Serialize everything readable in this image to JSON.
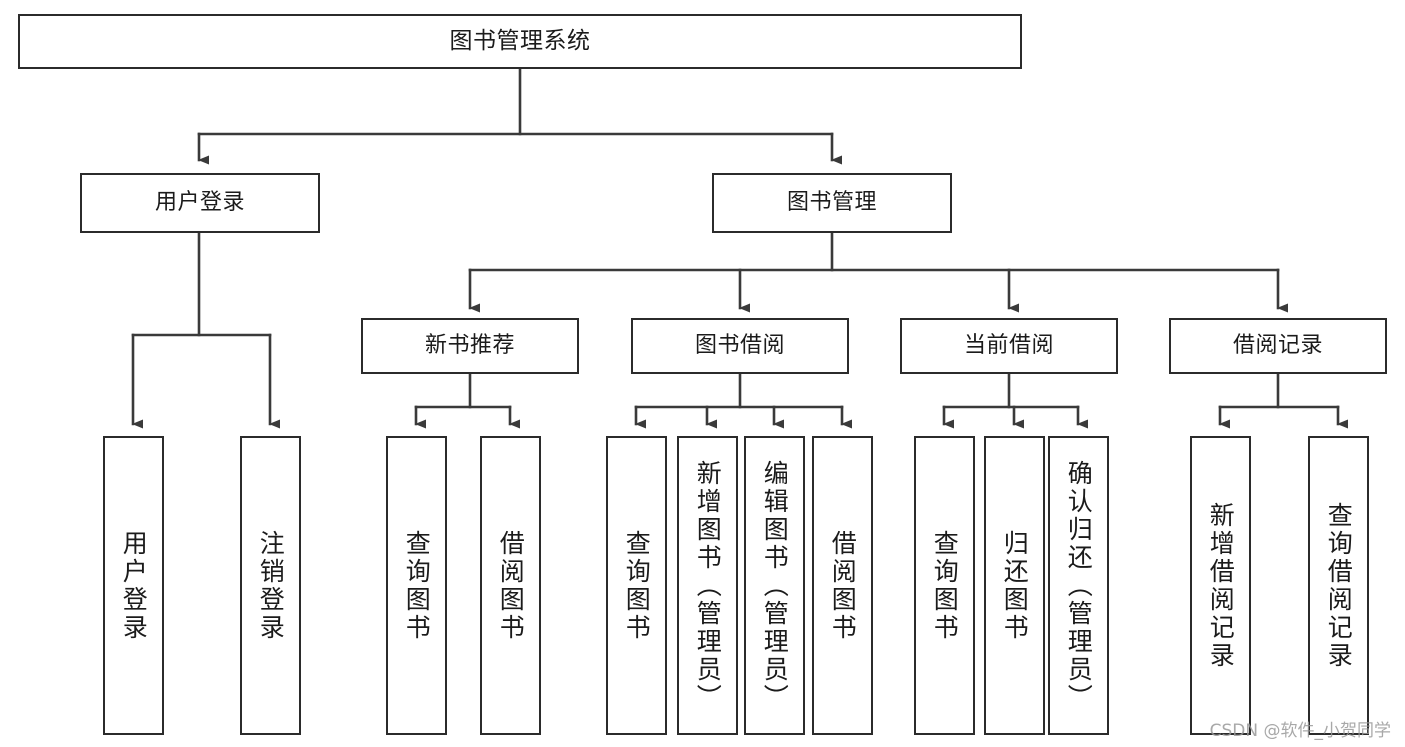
{
  "diagram": {
    "title": "图书管理系统",
    "type": "functional-structure-tree",
    "watermark": "CSDN @软件_小贺同学",
    "colors": {
      "node_border": "#2b2b2b",
      "node_fill": "#ffffff",
      "connector": "#3a3a3a",
      "text": "#1b1b1b",
      "watermark": "#9a9a9a",
      "background": "#ffffff"
    },
    "nodes": {
      "root": {
        "label": "图书管理系统"
      },
      "level2": [
        {
          "label": "用户登录"
        },
        {
          "label": "图书管理"
        }
      ],
      "level3": [
        {
          "label": "新书推荐"
        },
        {
          "label": "图书借阅"
        },
        {
          "label": "当前借阅"
        },
        {
          "label": "借阅记录"
        }
      ],
      "leaves": {
        "user_login": [
          {
            "label": "用户登录"
          },
          {
            "label": "注销登录"
          }
        ],
        "new_book_recommend": [
          {
            "label": "查询图书"
          },
          {
            "label": "借阅图书"
          }
        ],
        "book_borrow": [
          {
            "label": "查询图书"
          },
          {
            "label": "新增图书（管理员）"
          },
          {
            "label": "编辑图书（管理员）"
          },
          {
            "label": "借阅图书"
          }
        ],
        "current_borrow": [
          {
            "label": "查询图书"
          },
          {
            "label": "归还图书"
          },
          {
            "label": "确认归还（管理员）"
          }
        ],
        "borrow_record": [
          {
            "label": "新增借阅记录"
          },
          {
            "label": "查询借阅记录"
          }
        ]
      }
    }
  }
}
